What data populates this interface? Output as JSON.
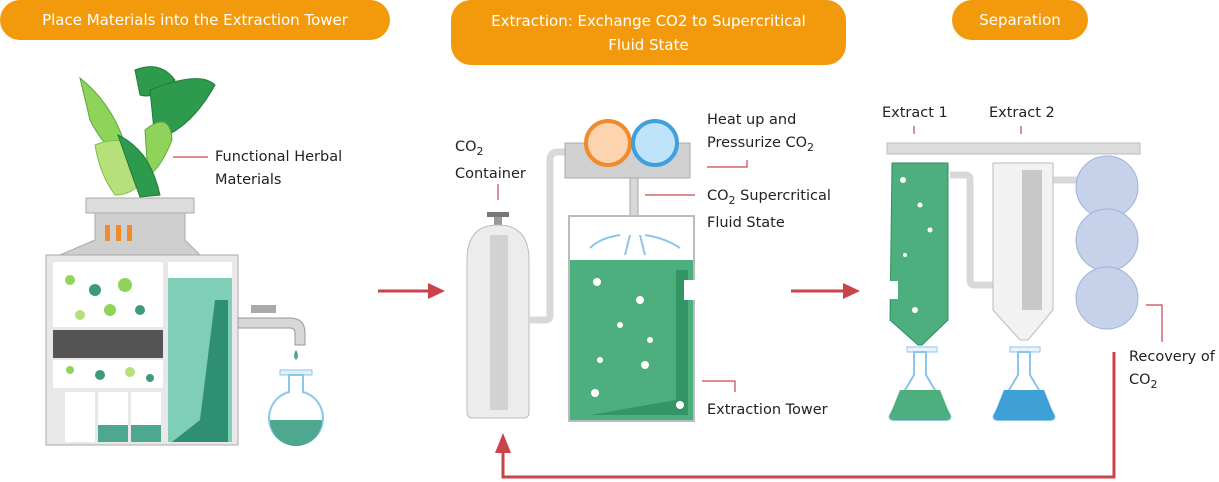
{
  "stages": [
    {
      "title": "Place Materials into the Extraction Tower"
    },
    {
      "title": "Extraction: Exchange CO2 to Supercritical Fluid State"
    },
    {
      "title": "Separation"
    }
  ],
  "labels": {
    "herbal": {
      "line1": "Functional Herbal",
      "line2": "Materials"
    },
    "co2_container": {
      "prefix": "CO",
      "sub": "2",
      "line2": "Container"
    },
    "heat": {
      "line1": "Heat up and",
      "line2_prefix": "Pressurize CO",
      "line2_sub": "2"
    },
    "supercritical": {
      "prefix": "CO",
      "sub": "2",
      "line1_suffix": " Supercritical",
      "line2": "Fluid State"
    },
    "extraction_tower": "Extraction Tower",
    "extract1": "Extract 1",
    "extract2": "Extract 2",
    "recovery": {
      "line1": "Recovery of",
      "prefix": "CO",
      "sub": "2"
    }
  },
  "colors": {
    "accent_orange": "#f29a0c",
    "arrow_red": "#c9434a",
    "liquid_green": "#4caf7d",
    "liquid_teal": "#7fcfb8",
    "liquid_blue": "#3fa0d8",
    "metal_gray": "#d6d6d6"
  }
}
